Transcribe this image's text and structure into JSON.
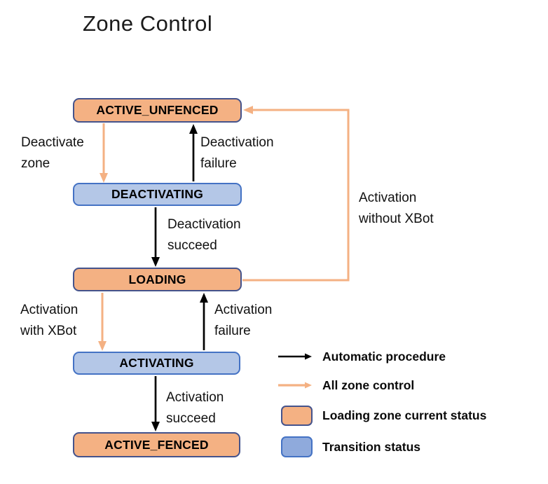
{
  "title": "Zone Control",
  "colors": {
    "orange_fill": "#F4B183",
    "orange_box_border": "#44538C",
    "blue_fill": "#B4C7E7",
    "blue_border": "#4472C4",
    "legend_blue_fill": "#8FAADC",
    "arrow_black": "#000000",
    "arrow_orange": "#F4B183"
  },
  "states": [
    {
      "label": "ACTIVE_UNFENCED",
      "type": "loading-zone-current-status"
    },
    {
      "label": "DEACTIVATING",
      "type": "transition-status"
    },
    {
      "label": "LOADING",
      "type": "loading-zone-current-status"
    },
    {
      "label": "ACTIVATING",
      "type": "transition-status"
    },
    {
      "label": "ACTIVE_FENCED",
      "type": "loading-zone-current-status"
    }
  ],
  "edges": [
    {
      "from": "ACTIVE_UNFENCED",
      "to": "DEACTIVATING",
      "kind": "all-zone-control",
      "line1": "Deactivate",
      "line2": "zone"
    },
    {
      "from": "DEACTIVATING",
      "to": "ACTIVE_UNFENCED",
      "kind": "automatic-procedure",
      "line1": "Deactivation",
      "line2": "failure"
    },
    {
      "from": "DEACTIVATING",
      "to": "LOADING",
      "kind": "automatic-procedure",
      "line1": "Deactivation",
      "line2": "succeed"
    },
    {
      "from": "LOADING",
      "to": "ACTIVATING",
      "kind": "all-zone-control",
      "line1": "Activation",
      "line2": "with XBot"
    },
    {
      "from": "ACTIVATING",
      "to": "LOADING",
      "kind": "automatic-procedure",
      "line1": "Activation",
      "line2": "failure"
    },
    {
      "from": "ACTIVATING",
      "to": "ACTIVE_FENCED",
      "kind": "automatic-procedure",
      "line1": "Activation",
      "line2": "succeed"
    },
    {
      "from": "LOADING",
      "to": "ACTIVE_UNFENCED",
      "kind": "all-zone-control",
      "line1": "Activation",
      "line2": "without XBot"
    }
  ],
  "legend": [
    {
      "symbol": "black-arrow",
      "label": "Automatic procedure"
    },
    {
      "symbol": "orange-arrow",
      "label": "All zone control"
    },
    {
      "symbol": "orange-box",
      "label": "Loading zone current status"
    },
    {
      "symbol": "blue-box",
      "label": "Transition status"
    }
  ]
}
